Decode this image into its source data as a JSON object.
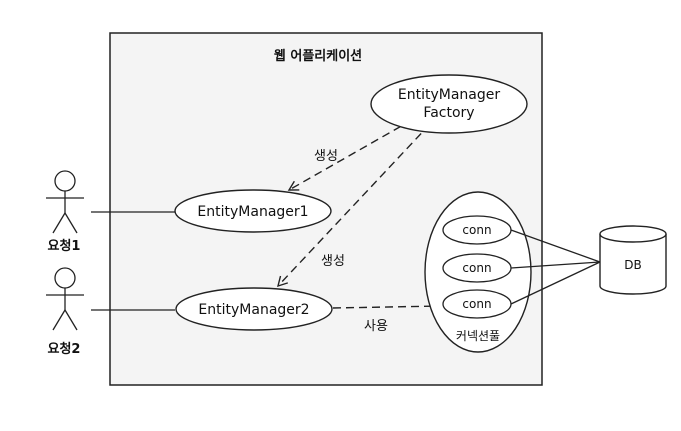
{
  "app": {
    "title": "웹 어플리케이션"
  },
  "nodes": {
    "factory": {
      "line1": "EntityManager",
      "line2": "Factory"
    },
    "em1": {
      "label": "EntityManager1"
    },
    "em2": {
      "label": "EntityManager2"
    },
    "pool": {
      "label": "커넥션풀"
    },
    "conn1": {
      "label": "conn"
    },
    "conn2": {
      "label": "conn"
    },
    "conn3": {
      "label": "conn"
    },
    "db": {
      "label": "DB"
    }
  },
  "actors": {
    "user1": {
      "label": "요청1"
    },
    "user2": {
      "label": "요청2"
    }
  },
  "edges": {
    "create1": {
      "label": "생성"
    },
    "create2": {
      "label": "생성"
    },
    "use": {
      "label": "사용"
    }
  },
  "colors": {
    "app_background": "#f4f4f4",
    "stroke": "#222222",
    "node_fill": "#ffffff"
  }
}
